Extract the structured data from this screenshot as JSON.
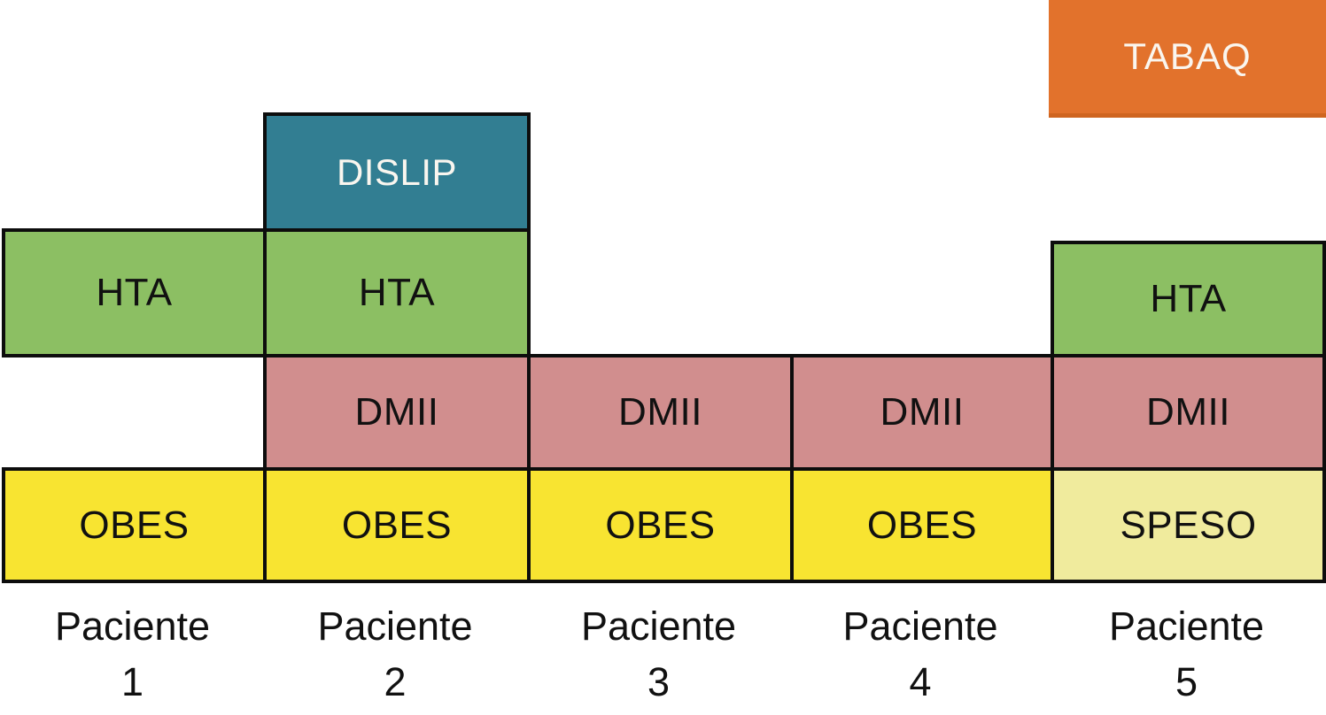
{
  "legend": {
    "tabaq_label": "TABAQ"
  },
  "boxes": {
    "p2_dislip": "DISLIP",
    "p1_hta": "HTA",
    "p2_hta": "HTA",
    "p5_hta": "HTA",
    "p2_dmii": "DMII",
    "p3_dmii": "DMII",
    "p4_dmii": "DMII",
    "p5_dmii": "DMII",
    "p1_obes": "OBES",
    "p2_obes": "OBES",
    "p3_obes": "OBES",
    "p4_obes": "OBES",
    "p5_speso": "SPESO"
  },
  "axis": {
    "patients": [
      {
        "label": "Paciente\n1"
      },
      {
        "label": "Paciente\n2"
      },
      {
        "label": "Paciente\n3"
      },
      {
        "label": "Paciente\n4"
      },
      {
        "label": "Paciente\n5"
      }
    ]
  },
  "colors": {
    "tabaq_orange": "#E2722C",
    "dislip_teal": "#327E92",
    "hta_green": "#8CBF63",
    "dmii_pink": "#D18E8E",
    "obes_yellow": "#F8E431",
    "speso_pale_yellow": "#F0EB9D",
    "border_black": "#0D0D0D",
    "light_text": "#FAF6EF",
    "dark_text": "#111111",
    "background_white": "#FFFFFF"
  },
  "chart_data": {
    "type": "bar",
    "subtype": "stacked-presence-matrix of comorbidities per patient",
    "categories": [
      "Paciente 1",
      "Paciente 2",
      "Paciente 3",
      "Paciente 4",
      "Paciente 5"
    ],
    "rows_top_to_bottom": [
      "DISLIP",
      "HTA",
      "DMII",
      "OBES/SPESO"
    ],
    "conditions_per_patient": {
      "Paciente 1": [
        "HTA",
        "OBES"
      ],
      "Paciente 2": [
        "DISLIP",
        "HTA",
        "DMII",
        "OBES"
      ],
      "Paciente 3": [
        "DMII",
        "OBES"
      ],
      "Paciente 4": [
        "DMII",
        "OBES"
      ],
      "Paciente 5": [
        "HTA",
        "DMII",
        "SPESO"
      ]
    },
    "series": [
      {
        "name": "DISLIP",
        "color": "#327E92",
        "present": [
          0,
          1,
          0,
          0,
          0
        ]
      },
      {
        "name": "HTA",
        "color": "#8CBF63",
        "present": [
          1,
          1,
          0,
          0,
          1
        ]
      },
      {
        "name": "DMII",
        "color": "#D18E8E",
        "present": [
          0,
          1,
          1,
          1,
          1
        ]
      },
      {
        "name": "OBES",
        "color": "#F8E431",
        "present": [
          1,
          1,
          1,
          1,
          0
        ]
      },
      {
        "name": "SPESO",
        "color": "#F0EB9D",
        "present": [
          0,
          0,
          0,
          0,
          1
        ]
      },
      {
        "name": "TABAQ",
        "color": "#E2722C",
        "present": [
          0,
          0,
          0,
          0,
          0
        ]
      }
    ],
    "legend_entries": [
      "TABAQ"
    ],
    "legend_position": "top-right",
    "grid": false
  }
}
